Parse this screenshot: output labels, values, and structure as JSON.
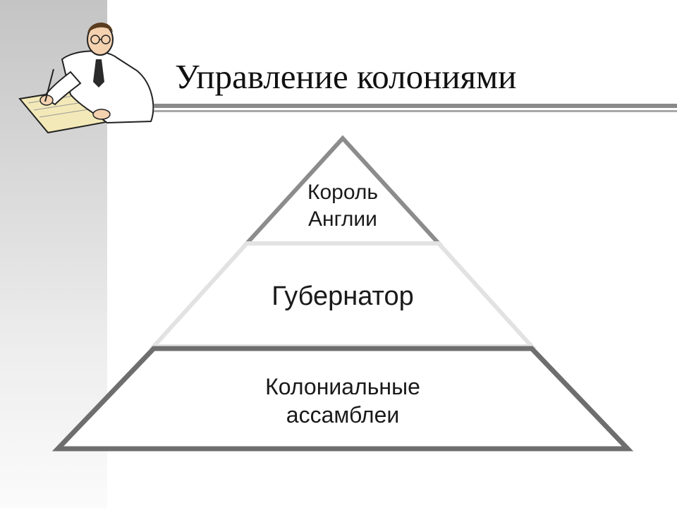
{
  "slide": {
    "title": "Управление колониями",
    "illustration_icon": "writing-clerk-icon"
  },
  "diagram": {
    "type": "pyramid",
    "tiers": [
      {
        "level": 1,
        "lines": [
          "Король",
          "Англии"
        ]
      },
      {
        "level": 2,
        "lines": [
          "Губернатор"
        ]
      },
      {
        "level": 3,
        "lines": [
          "Колониальные",
          "ассамблеи"
        ]
      }
    ],
    "colors": {
      "top_outline": "#8c8c8c",
      "middle_outline": "#e2e2e2",
      "bottom_outline": "#6e6e6e",
      "fill": "#ffffff",
      "title_rule": "#8a8a8a"
    }
  }
}
